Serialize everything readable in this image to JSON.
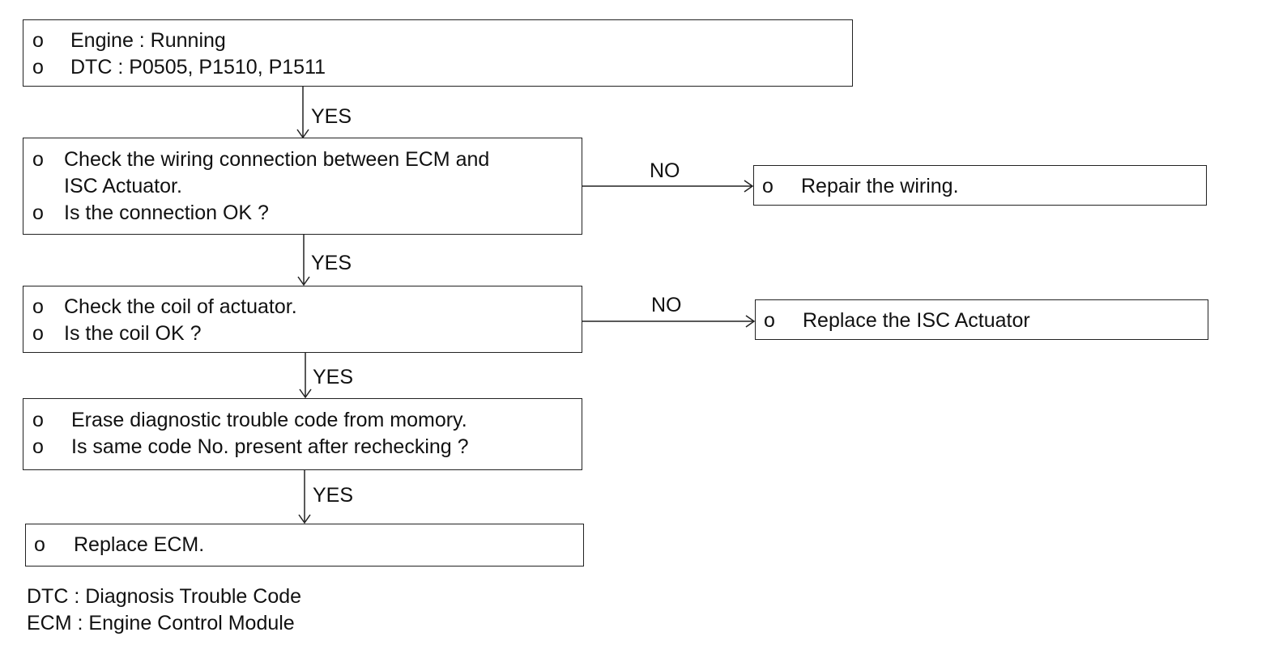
{
  "flowchart": {
    "boxes": {
      "start": {
        "bullet": "o",
        "lines": [
          "Engine : Running",
          "DTC : P0505, P1510, P1511"
        ]
      },
      "check_wiring": {
        "bullet": "o",
        "lines": [
          "Check the wiring connection between ECM and",
          "ISC Actuator.",
          "Is the connection OK ?"
        ]
      },
      "repair_wiring": {
        "bullet": "o",
        "lines": [
          "Repair the wiring."
        ]
      },
      "check_coil": {
        "bullet": "o",
        "lines": [
          "Check the coil of actuator.",
          "Is the coil OK ?"
        ]
      },
      "replace_isc": {
        "bullet": "o",
        "lines": [
          "Replace the ISC Actuator"
        ]
      },
      "erase_code": {
        "bullet": "o",
        "lines": [
          "Erase diagnostic trouble code from momory.",
          "Is same code No. present after rechecking ?"
        ]
      },
      "replace_ecm": {
        "bullet": "o",
        "lines": [
          "Replace ECM."
        ]
      }
    },
    "edges": {
      "start_to_wiring": "YES",
      "wiring_to_coil": "YES",
      "wiring_to_repair": "NO",
      "coil_to_erase": "YES",
      "coil_to_replace_isc": "NO",
      "erase_to_replace_ecm": "YES"
    }
  },
  "legend": {
    "dtc": "DTC : Diagnosis Trouble Code",
    "ecm": "ECM : Engine Control Module"
  }
}
